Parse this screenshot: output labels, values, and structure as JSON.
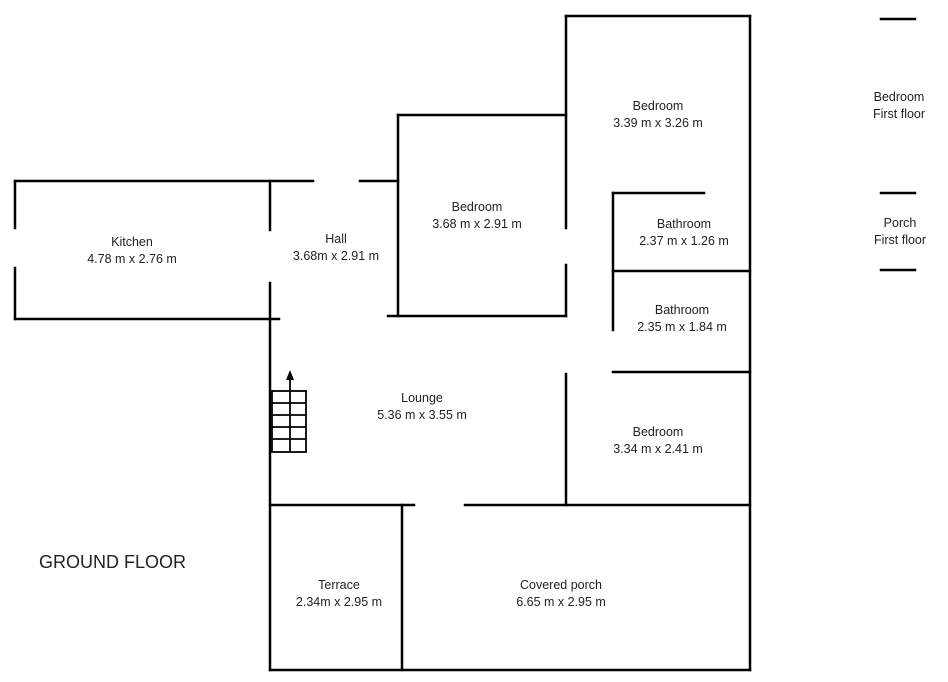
{
  "floor_title": "GROUND FLOOR",
  "rooms": {
    "kitchen": {
      "name": "Kitchen",
      "size": "4.78 m x 2.76 m"
    },
    "hall": {
      "name": "Hall",
      "size": "3.68m x 2.91 m"
    },
    "bedroom_1": {
      "name": "Bedroom",
      "size": "3.68 m x 2.91 m"
    },
    "bedroom_2": {
      "name": "Bedroom",
      "size": "3.39 m x 3.26 m"
    },
    "bathroom_1": {
      "name": "Bathroom",
      "size": "2.37 m x 1.26 m"
    },
    "bathroom_2": {
      "name": "Bathroom",
      "size": "2.35 m x 1.84 m"
    },
    "lounge": {
      "name": "Lounge",
      "size": "5.36 m x 3.55 m"
    },
    "bedroom_3": {
      "name": "Bedroom",
      "size": "3.34 m x 2.41 m"
    },
    "terrace": {
      "name": "Terrace",
      "size": "2.34m x 2.95 m"
    },
    "covered_porch": {
      "name": "Covered porch",
      "size": "6.65 m x 2.95 m"
    }
  },
  "legend": {
    "bedroom_first_floor": {
      "name": "Bedroom",
      "floor": "First floor"
    },
    "porch_first_floor": {
      "name": "Porch",
      "floor": "First floor"
    }
  },
  "colors": {
    "wall": "#000000",
    "text": "#222222",
    "background": "#ffffff"
  }
}
